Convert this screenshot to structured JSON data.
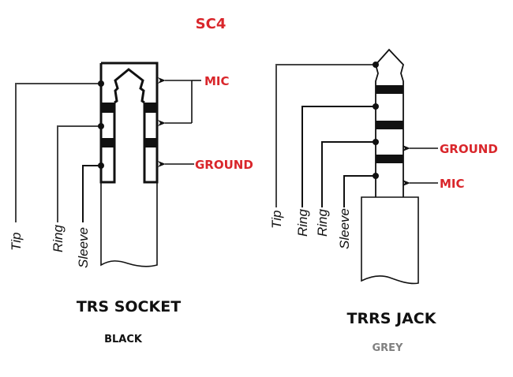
{
  "title": "SC4",
  "colors": {
    "label_red": "#d9262b",
    "line": "#111111",
    "grey_text": "#808080"
  },
  "socket": {
    "name": "TRS SOCKET",
    "color_label": "BLACK",
    "leads": [
      "Tip",
      "Ring",
      "Sleeve"
    ],
    "annotations": [
      {
        "label": "MIC",
        "targets": [
          "Tip",
          "Ring"
        ]
      },
      {
        "label": "GROUND",
        "targets": [
          "Sleeve"
        ]
      }
    ]
  },
  "jack": {
    "name": "TRRS JACK",
    "color_label": "GREY",
    "leads": [
      "Tip",
      "Ring",
      "Ring",
      "Sleeve"
    ],
    "annotations": [
      {
        "label": "GROUND",
        "targets": [
          "Ring 2"
        ]
      },
      {
        "label": "MIC",
        "targets": [
          "Sleeve"
        ]
      }
    ]
  }
}
